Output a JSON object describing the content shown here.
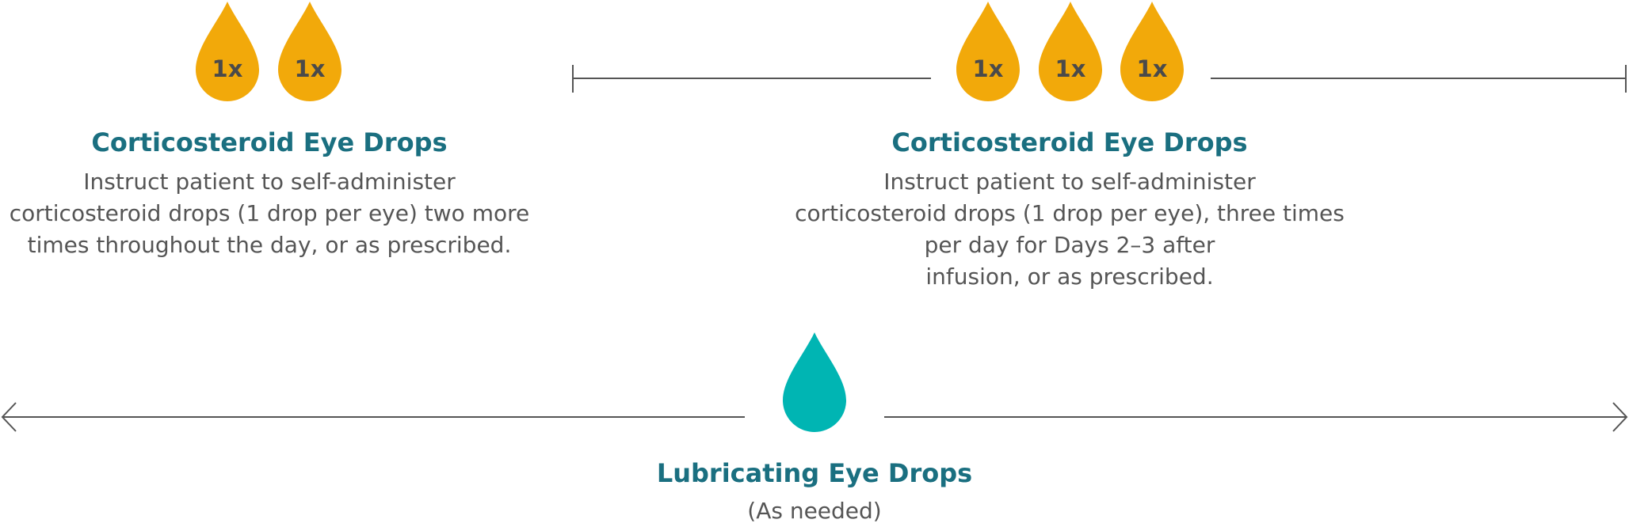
{
  "colors": {
    "orange_drop": "#f2a90a",
    "teal_drop": "#00b5b3",
    "title": "#1a6f80",
    "body_text": "#555555",
    "line": "#555555"
  },
  "morning": {
    "drops": [
      "1x",
      "1x"
    ],
    "title": "Corticosteroid Eye Drops",
    "desc_lines": [
      "Instruct patient to self-administer",
      "corticosteroid drops (1 drop per eye) two more",
      "times throughout the day, or as prescribed."
    ]
  },
  "days": {
    "drops": [
      "1x",
      "1x",
      "1x"
    ],
    "title": "Corticosteroid Eye Drops",
    "desc_lines": [
      "Instruct patient to self-administer",
      "corticosteroid drops (1 drop per eye), three times",
      "per day for Days 2–3 after",
      "infusion, or as prescribed."
    ]
  },
  "lubricating": {
    "title": "Lubricating Eye Drops",
    "subtitle": "(As needed)"
  }
}
